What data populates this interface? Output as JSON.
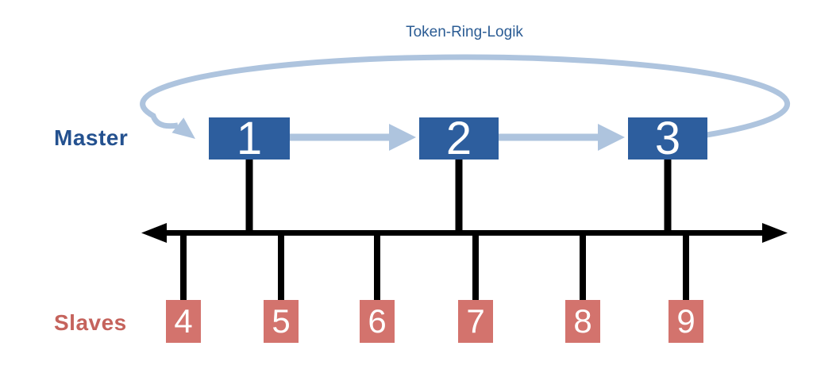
{
  "diagram": {
    "title": "Token-Ring-Logik",
    "labels": {
      "master": "Master",
      "slaves": "Slaves"
    },
    "masters": [
      {
        "id": "1"
      },
      {
        "id": "2"
      },
      {
        "id": "3"
      }
    ],
    "slaves": [
      {
        "id": "4"
      },
      {
        "id": "5"
      },
      {
        "id": "6"
      },
      {
        "id": "7"
      },
      {
        "id": "8"
      },
      {
        "id": "9"
      }
    ],
    "colors": {
      "master_box": "#2d5e9e",
      "slave_box": "#d3736d",
      "token_ring": "#aec4de",
      "bus": "#000000",
      "title_text": "#2b5c94",
      "master_label": "#24518f",
      "slaves_label": "#c5635c",
      "node_text": "#ffffff"
    }
  }
}
